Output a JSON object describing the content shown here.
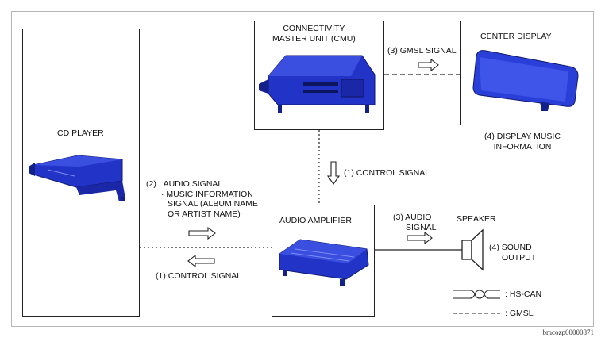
{
  "cd_player": {
    "label": "CD PLAYER"
  },
  "cmu": {
    "line1": "CONNECTIVITY",
    "line2": "MASTER UNIT (CMU)"
  },
  "center_display": {
    "label": "CENTER DISPLAY",
    "caption_line1": "(4) DISPLAY MUSIC",
    "caption_line2": "INFORMATION"
  },
  "amplifier": {
    "label": "AUDIO AMPLIFIER"
  },
  "speaker": {
    "label": "SPEAKER",
    "caption_line1": "(4) SOUND",
    "caption_line2": "OUTPUT"
  },
  "signals": {
    "gmsl": "(3) GMSL SIGNAL",
    "control_cmu": "(1)  CONTROL SIGNAL",
    "audio_cd_l1": "(2)  · AUDIO SIGNAL",
    "audio_cd_l2": "· MUSIC INFORMATION",
    "audio_cd_l3": "SIGNAL (ALBUM NAME",
    "audio_cd_l4": "OR ARTIST NAME)",
    "control_cd": "(1) CONTROL SIGNAL",
    "audio_amp_l1": "(3) AUDIO",
    "audio_amp_l2": "SIGNAL"
  },
  "legend": {
    "hs_can": ": HS-CAN",
    "gmsl": ": GMSL"
  },
  "footer": {
    "code": "bmcozp00000871"
  },
  "colors": {
    "component_blue": "#2233c8",
    "component_dark": "#14208a",
    "line": "#222222"
  }
}
